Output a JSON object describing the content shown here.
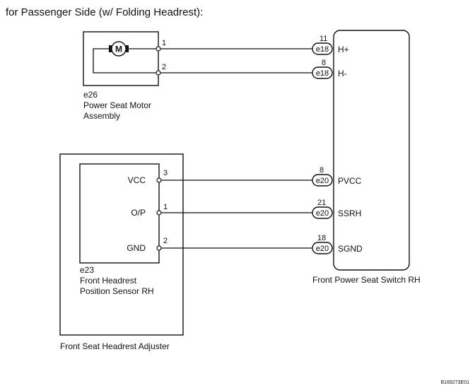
{
  "title": "for Passenger Side (w/ Folding Headrest):",
  "motor": {
    "symbol": "M",
    "code": "e26",
    "name_line1": "Power Seat Motor",
    "name_line2": "Assembly",
    "pins": [
      "1",
      "2"
    ]
  },
  "sensor": {
    "code": "e23",
    "name_line1": "Front Headrest",
    "name_line2": "Position Sensor RH",
    "terminals": [
      {
        "label": "VCC",
        "pin": "3"
      },
      {
        "label": "O/P",
        "pin": "1"
      },
      {
        "label": "GND",
        "pin": "2"
      }
    ]
  },
  "adjuster": {
    "name": "Front Seat Headrest Adjuster"
  },
  "switch": {
    "name": "Front Power Seat Switch RH",
    "terminals": [
      {
        "pin": "11",
        "connector": "e18",
        "label": "H+"
      },
      {
        "pin": "8",
        "connector": "e18",
        "label": "H-"
      },
      {
        "pin": "8",
        "connector": "e20",
        "label": "PVCC"
      },
      {
        "pin": "21",
        "connector": "e20",
        "label": "SSRH"
      },
      {
        "pin": "18",
        "connector": "e20",
        "label": "SGND"
      }
    ]
  },
  "figure_id": "B169273E01"
}
